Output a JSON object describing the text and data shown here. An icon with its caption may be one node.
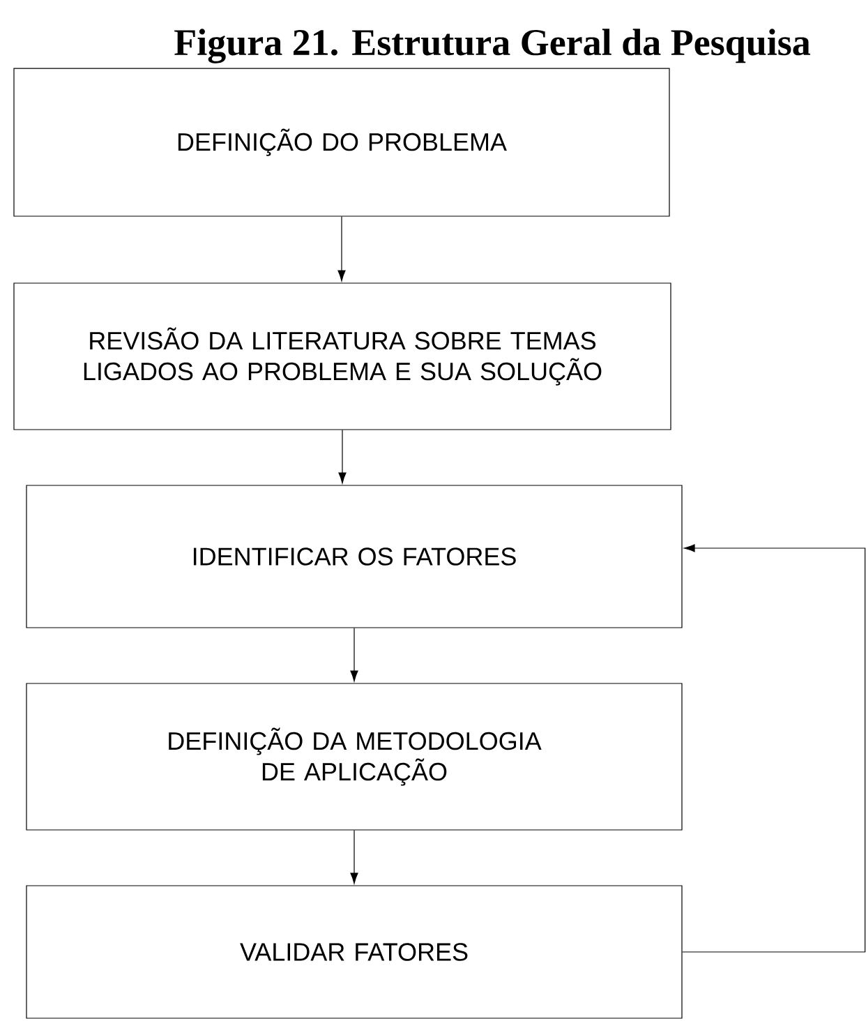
{
  "diagram": {
    "title": "Figura 21. Estrutura Geral da Pesquisa",
    "nodes": [
      {
        "text": [
          "DEFINIÇÃO DO PROBLEMA"
        ]
      },
      {
        "text": [
          "REVISÃO DA LITERATURA SOBRE TEMAS LIGADOS AO PROBLEMA E SUA SOLUÇÃO"
        ]
      },
      {
        "text": [
          "IDENTIFICAR OS FATORES"
        ]
      },
      {
        "text": [
          "DEFINIÇÃO DA METODOLOGIA DE APLICAÇÃO"
        ]
      },
      {
        "text": [
          "VALIDAR FATORES"
        ]
      }
    ],
    "edges": [
      {
        "from": 0,
        "to": 1,
        "arrow": "to"
      },
      {
        "from": 1,
        "to": 2,
        "arrow": "to"
      },
      {
        "from": 2,
        "to": 3,
        "arrow": "to"
      },
      {
        "from": 3,
        "to": 4,
        "arrow": "to"
      },
      {
        "from": 4,
        "to": 2,
        "arrow": "to"
      }
    ]
  }
}
